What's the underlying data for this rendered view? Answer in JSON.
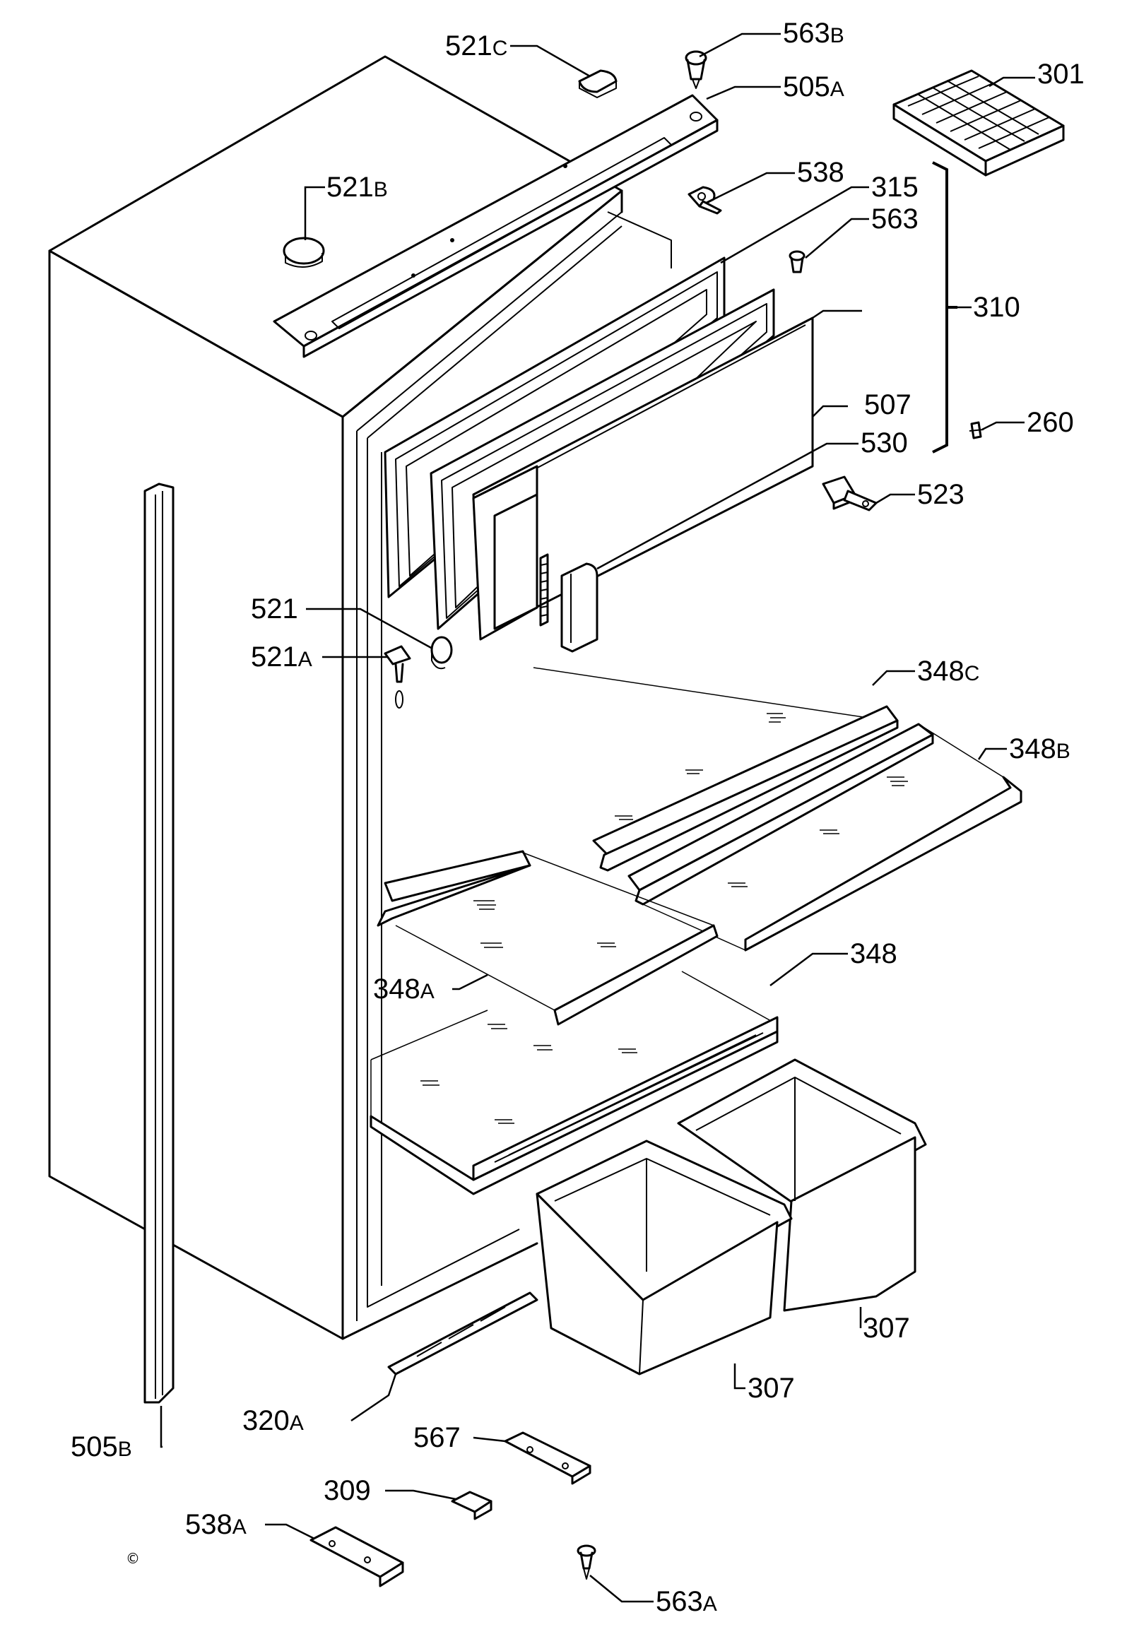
{
  "labels": {
    "p301": {
      "num": "301",
      "suffix": ""
    },
    "p310": {
      "num": "310",
      "suffix": ""
    },
    "p315": {
      "num": "315",
      "suffix": ""
    },
    "p563": {
      "num": "563",
      "suffix": ""
    },
    "p563b": {
      "num": "563",
      "suffix": "B"
    },
    "p563a": {
      "num": "563",
      "suffix": "A"
    },
    "p538": {
      "num": "538",
      "suffix": ""
    },
    "p538a": {
      "num": "538",
      "suffix": "A"
    },
    "p521": {
      "num": "521",
      "suffix": ""
    },
    "p521a": {
      "num": "521",
      "suffix": "A"
    },
    "p521b": {
      "num": "521",
      "suffix": "B"
    },
    "p521c": {
      "num": "521",
      "suffix": "C"
    },
    "p505a": {
      "num": "505",
      "suffix": "A"
    },
    "p505b": {
      "num": "505",
      "suffix": "B"
    },
    "p507": {
      "num": "507",
      "suffix": ""
    },
    "p530": {
      "num": "530",
      "suffix": ""
    },
    "p260": {
      "num": "260",
      "suffix": ""
    },
    "p523": {
      "num": "523",
      "suffix": ""
    },
    "p348": {
      "num": "348",
      "suffix": ""
    },
    "p348a": {
      "num": "348",
      "suffix": "A"
    },
    "p348b": {
      "num": "348",
      "suffix": "B"
    },
    "p348c": {
      "num": "348",
      "suffix": "C"
    },
    "p307_right": {
      "num": "307",
      "suffix": ""
    },
    "p307_left": {
      "num": "307",
      "suffix": ""
    },
    "p320a": {
      "num": "320",
      "suffix": "A"
    },
    "p567": {
      "num": "567",
      "suffix": ""
    },
    "p309": {
      "num": "309",
      "suffix": ""
    }
  },
  "copyright": "©"
}
